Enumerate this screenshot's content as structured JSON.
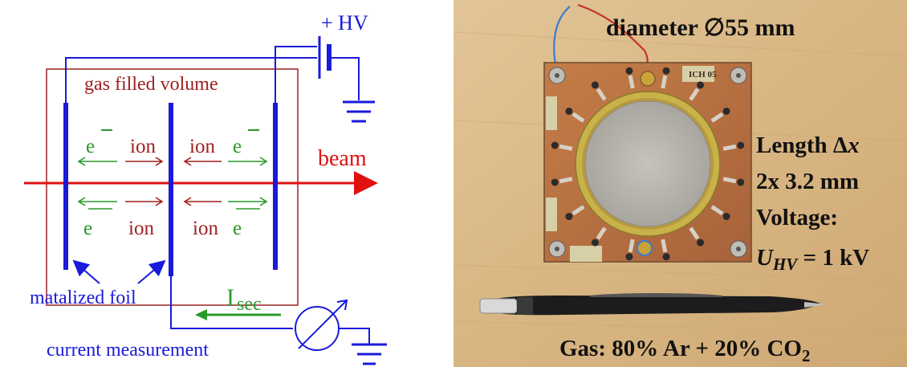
{
  "schematic": {
    "hv_label": "+ HV",
    "volume_label": "gas filled volume",
    "beam_label": "beam",
    "electron_top_left": "e",
    "electron_top_right": "e",
    "electron_bottom_left": "e",
    "electron_bottom_right": "e",
    "ion_top_left": "ion",
    "ion_top_right": "ion",
    "ion_bottom_left": "ion",
    "ion_bottom_right": "ion",
    "foil_label": "matalized foil",
    "current_label": "I",
    "current_subscript": "sec",
    "measurement_label": "current measurement",
    "colors": {
      "wire": "#1a1adb",
      "beam": "#e01010",
      "box": "#a03030",
      "text_red": "#a02020",
      "arrow_green": "#2a9a2a",
      "ground": "#1a1adb"
    }
  },
  "photo": {
    "diameter_label": "diameter ∅55 mm",
    "length_label": "Length Δx",
    "length_value": "2x 3.2 mm",
    "voltage_label": "Voltage:",
    "voltage_value_symbol": "U",
    "voltage_value_subscript": "HV",
    "voltage_value_rest": " = 1 kV",
    "gas_label": "Gas: 80% Ar + 20% CO",
    "gas_subscript": "2",
    "board_tag": "ICH 05",
    "colors": {
      "background": "#d9b98a",
      "copper": "#b8713f",
      "ring": "#c9b24a",
      "foil": "#b9b6b0",
      "text": "#111111"
    }
  }
}
